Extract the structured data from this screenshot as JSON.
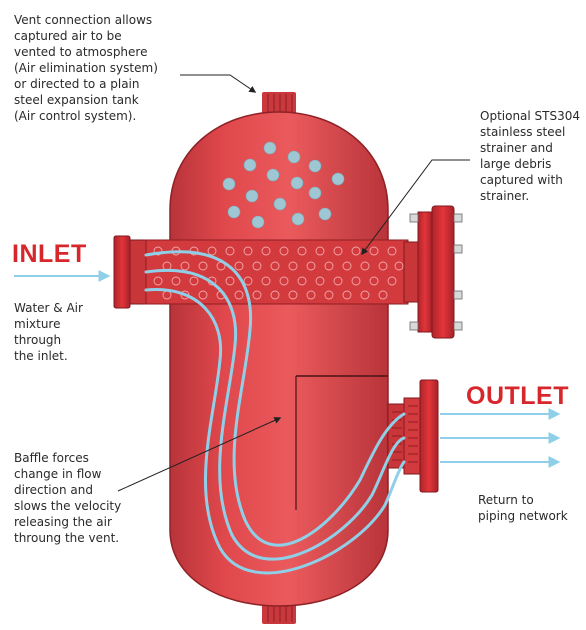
{
  "labels": {
    "vent_note": "Vent connection allows\ncaptured air to be\nvented to atmosphere\n(Air elimination system)\nor directed to a plain\nsteel expansion tank\n(Air control system).",
    "strainer_note": "Optional STS304\nstainless steel\nstrainer and\nlarge debris\ncaptured with\nstrainer.",
    "inlet_title": "INLET",
    "inlet_note": "Water & Air\nmixture\nthrough\nthe inlet.",
    "outlet_title": "OUTLET",
    "outlet_note": "Return to\npiping network",
    "baffle_note": "Baffle forces\nchange in flow\ndirection and\nslows the velocity\nreleasing the air\nthroung the vent."
  },
  "colors": {
    "tank": "#e0484c",
    "tank_dark": "#b42a2f",
    "flange": "#d8272c",
    "strainer": "#d23a3e",
    "flow": "#8fd0e8",
    "bubble": "#9ec7d3",
    "label_red": "#d8272c"
  }
}
